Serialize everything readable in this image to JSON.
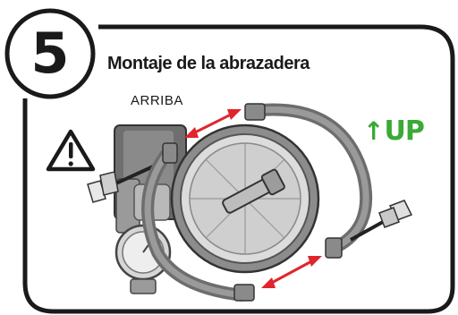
{
  "step": {
    "number": "5"
  },
  "title": "Montaje de la abrazadera",
  "label_top": "ARRIBA",
  "up_label": {
    "arrow": "↑",
    "text": "UP"
  },
  "colors": {
    "accent_green": "#3aaa35",
    "arrow_red": "#e0252b",
    "outline": "#1a1a1a"
  },
  "icons": [
    "warning-icon"
  ]
}
